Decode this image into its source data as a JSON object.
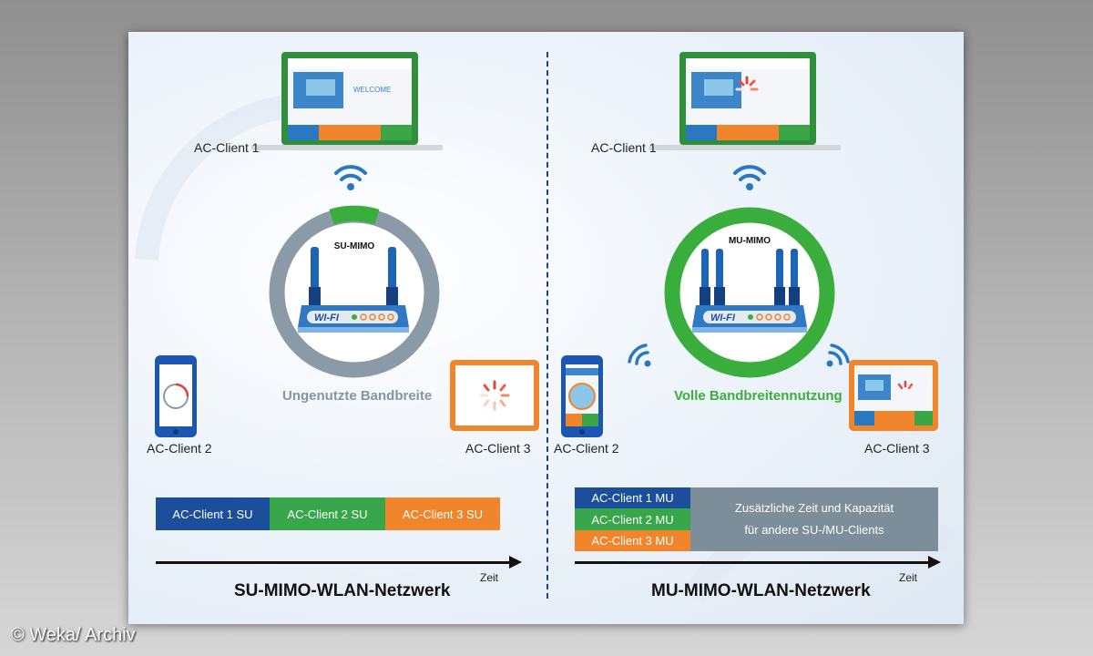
{
  "left": {
    "router_label": "SU-MIMO",
    "caption": "Ungenutzte Bandbreite",
    "client1": "AC-Client 1",
    "client2": "AC-Client 2",
    "client3": "AC-Client 3",
    "bars": [
      "AC-Client 1 SU",
      "AC-Client 2 SU",
      "AC-Client 3 SU"
    ],
    "axis_label": "Zeit",
    "title": "SU-MIMO-WLAN-Netzwerk"
  },
  "right": {
    "router_label": "MU-MIMO",
    "caption": "Volle Bandbreitennutzung",
    "client1": "AC-Client 1",
    "client2": "AC-Client 2",
    "client3": "AC-Client 3",
    "bars": [
      "AC-Client 1 MU",
      "AC-Client 2 MU",
      "AC-Client 3 MU"
    ],
    "extra_line1": "Zusätzliche Zeit und Kapazität",
    "extra_line2": "für andere SU-/MU-Clients",
    "axis_label": "Zeit",
    "title": "MU-MIMO-WLAN-Netzwerk"
  },
  "router_badge": "WI-FI",
  "screen_welcome": "WELCOME",
  "credit": "© Weka/ Archiv",
  "colors": {
    "blue": "#1b4f9c",
    "green": "#38a64a",
    "orange": "#f0852b",
    "gray": "#7c8e9a",
    "ring_gray": "#8a9aa6",
    "ring_green": "#3aae3c"
  },
  "icons": [
    "laptop-icon",
    "router-icon",
    "wifi-signal-icon",
    "smartphone-icon",
    "tablet-icon",
    "loading-spinner-icon"
  ]
}
